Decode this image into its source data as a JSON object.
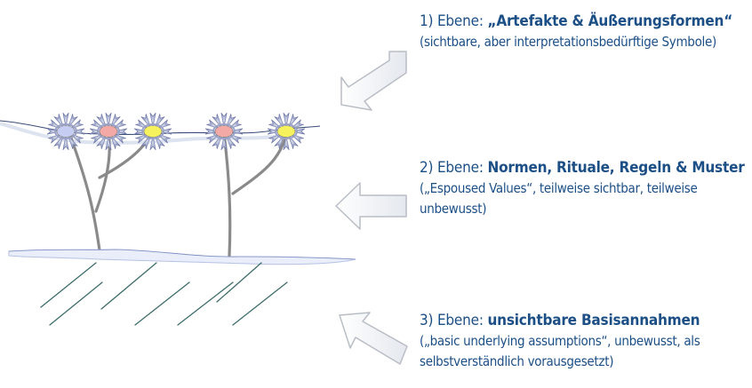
{
  "levels": [
    {
      "prefix": "1) Ebene: ",
      "title": "„Artefakte & Äußerungsformen“",
      "desc": "(sichtbare, aber interpretationsbedürftige Symbole)"
    },
    {
      "prefix": "2) Ebene: ",
      "title": "Normen, Rituale, Regeln & Muster",
      "desc": " („Espoused Values“,  teilweise sichtbar, teilweise unbewusst)"
    },
    {
      "prefix": "3) Ebene: ",
      "title": "unsichtbare Basisannahmen",
      "desc": "(„basic underlying assumptions“, unbewusst, als selbstverständlich vorausgesetzt)"
    }
  ],
  "colors": {
    "text": "#1c4f86",
    "stem": "#8a8a8a",
    "flower_blue": "#c5cdf3",
    "flower_pink": "#f3a9a6",
    "flower_yellow": "#f6f25e",
    "ground": "#e9eefa",
    "hatch": "#3d6d6a"
  }
}
